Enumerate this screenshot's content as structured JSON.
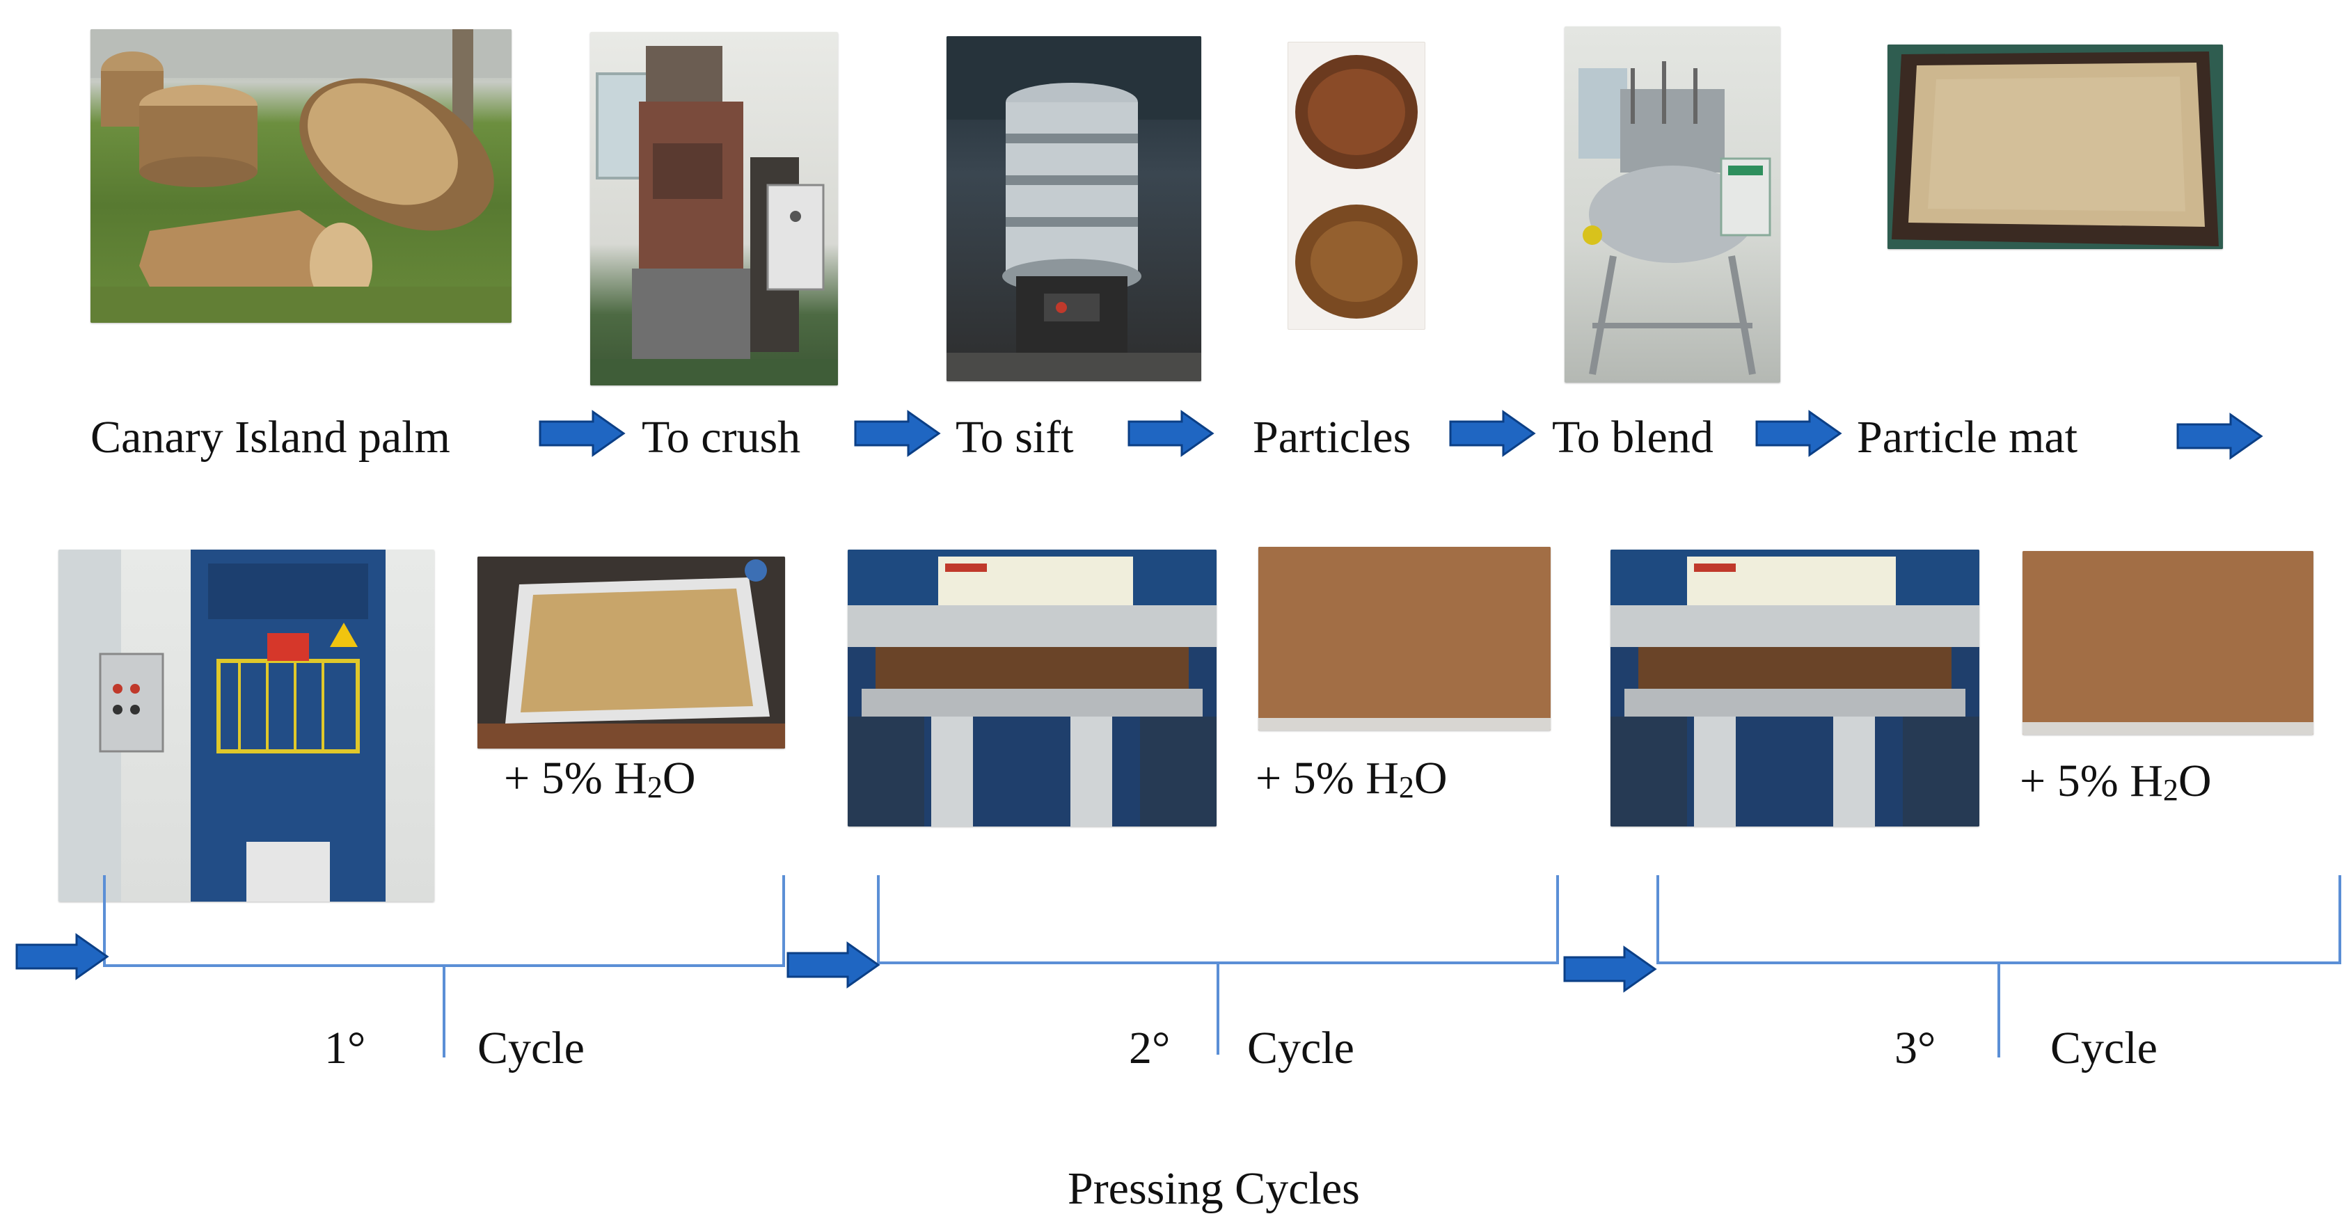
{
  "flow": {
    "steps": [
      "Canary Island palm",
      "To crush",
      "To sift",
      "Particles",
      "To blend",
      "Particle mat"
    ]
  },
  "pressing": {
    "water_prefix": "+ 5% H",
    "water_sub": "2",
    "water_suffix": "O",
    "cycles": [
      {
        "number": "1°",
        "word": "Cycle"
      },
      {
        "number": "2°",
        "word": "Cycle"
      },
      {
        "number": "3°",
        "word": "Cycle"
      }
    ],
    "caption": "Pressing Cycles"
  },
  "colors": {
    "arrow_fill": "#1f66c2",
    "arrow_stroke": "#0b3f86",
    "timeline": "#5b8fd6"
  }
}
